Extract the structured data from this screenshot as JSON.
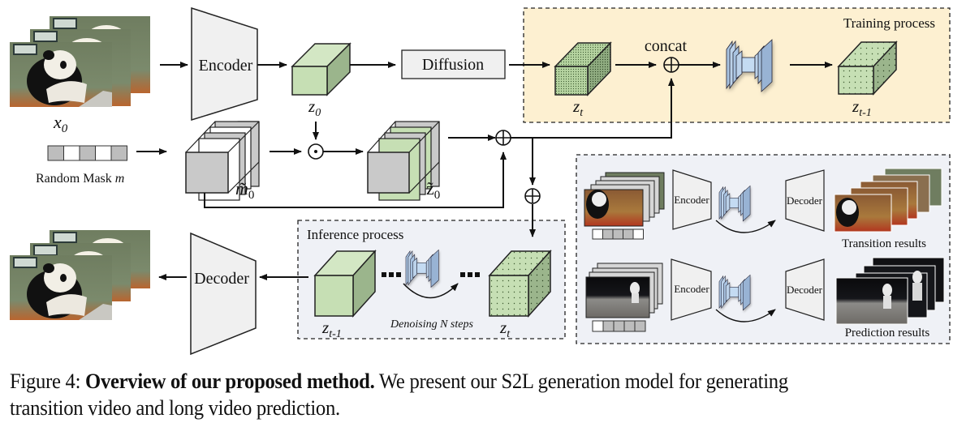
{
  "figure": {
    "number_label": "Figure 4:",
    "title": "Overview of our proposed method.",
    "caption_line1": "We present our S2L generation model for generating",
    "caption_line2": "transition video and long video prediction."
  },
  "colors": {
    "latent_green": "#c6dfb4",
    "latent_green_dark": "#9bb58c",
    "mask_gray": "#c9c9c9",
    "training_bg": "#fdf0d1",
    "inference_bg": "#eff1f6",
    "unet_blue": "#a9c4e2",
    "box_fill": "#f0f0f0"
  },
  "labels": {
    "input": "x",
    "input_sub": "0",
    "encoder": "Encoder",
    "decoder": "Decoder",
    "z0": "z",
    "z0_sub": "0",
    "diffusion": "Diffusion",
    "concat": "concat",
    "training_process": "Training process",
    "zt": "z",
    "zt_sub": "t",
    "zt1": "z",
    "zt1_sub": "t-1",
    "random_mask": "Random Mask ",
    "random_mask_var": "m",
    "masked_mask": "m̃",
    "masked_mask_sub": "0",
    "masked_latent": "z̃",
    "masked_latent_sub": "0",
    "inference_process": "Inference process",
    "denoising": "Denoising N steps",
    "odot": "⊙",
    "oplus": "⊕"
  },
  "apps": {
    "transition": {
      "encoder": "Encoder",
      "decoder": "Decoder",
      "result": "Transition results",
      "mask_pattern": [
        0,
        1,
        1,
        1,
        0
      ]
    },
    "prediction": {
      "encoder": "Encoder",
      "decoder": "Decoder",
      "result": "Prediction results",
      "mask_pattern": [
        0,
        1,
        1,
        1,
        1
      ]
    }
  },
  "random_mask_pattern": [
    1,
    0,
    1,
    0,
    1
  ]
}
